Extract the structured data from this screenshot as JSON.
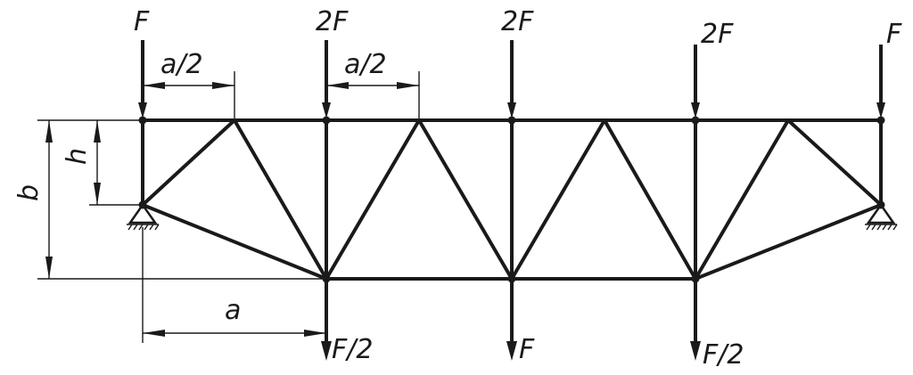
{
  "loads": {
    "top": [
      "F",
      "2F",
      "2F",
      "2F",
      "F"
    ],
    "bottom": [
      "F/2",
      "F",
      "F/2"
    ]
  },
  "dimensions": {
    "half_panel": "a/2",
    "half_panel_2": "a/2",
    "panel": "a",
    "height_h": "h",
    "height_b": "b"
  }
}
